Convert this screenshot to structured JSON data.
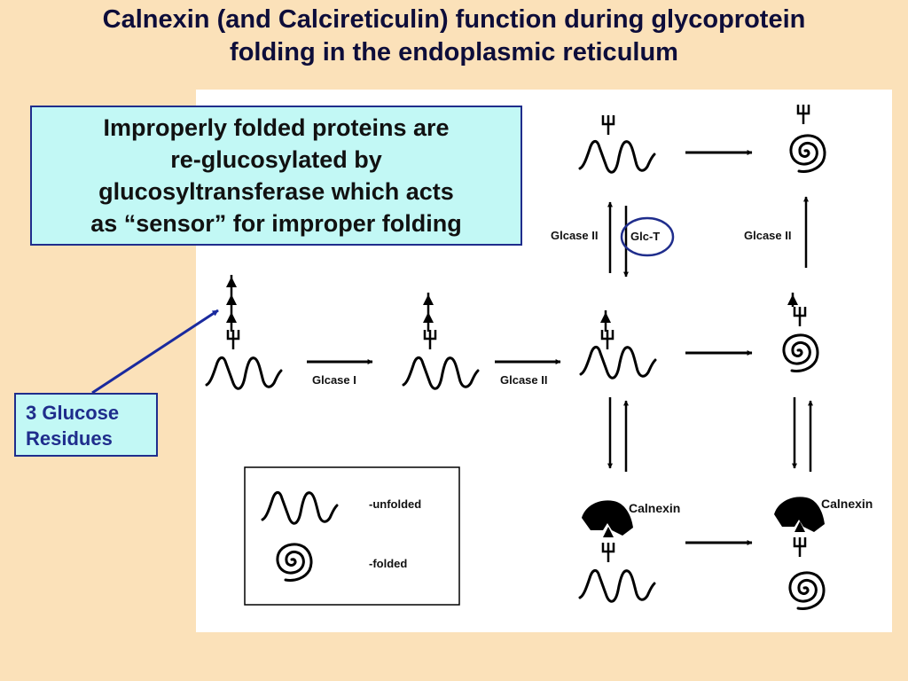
{
  "title": {
    "line1": "Calnexin (and Calcireticulin) function during glycoprotein",
    "line2": "folding in the endoplasmic reticulum"
  },
  "callout": {
    "lines": [
      "Improperly folded proteins are",
      "re-glucosylated by",
      "glucosyltransferase which acts",
      "as “sensor” for improper folding"
    ]
  },
  "glucose_box": {
    "line1": "3 Glucose",
    "line2": "Residues"
  },
  "labels": {
    "glcase_1": "Glcase I",
    "glcase_2": "Glcase II",
    "glc_t": "Glc-T",
    "calnexin": "Calnexin"
  },
  "legend": {
    "unfolded": "-unfolded",
    "folded": "-folded"
  },
  "colors": {
    "background": "#fbe1b9",
    "callout_fill": "#c2f8f5",
    "accent_blue": "#1f2d8c"
  }
}
